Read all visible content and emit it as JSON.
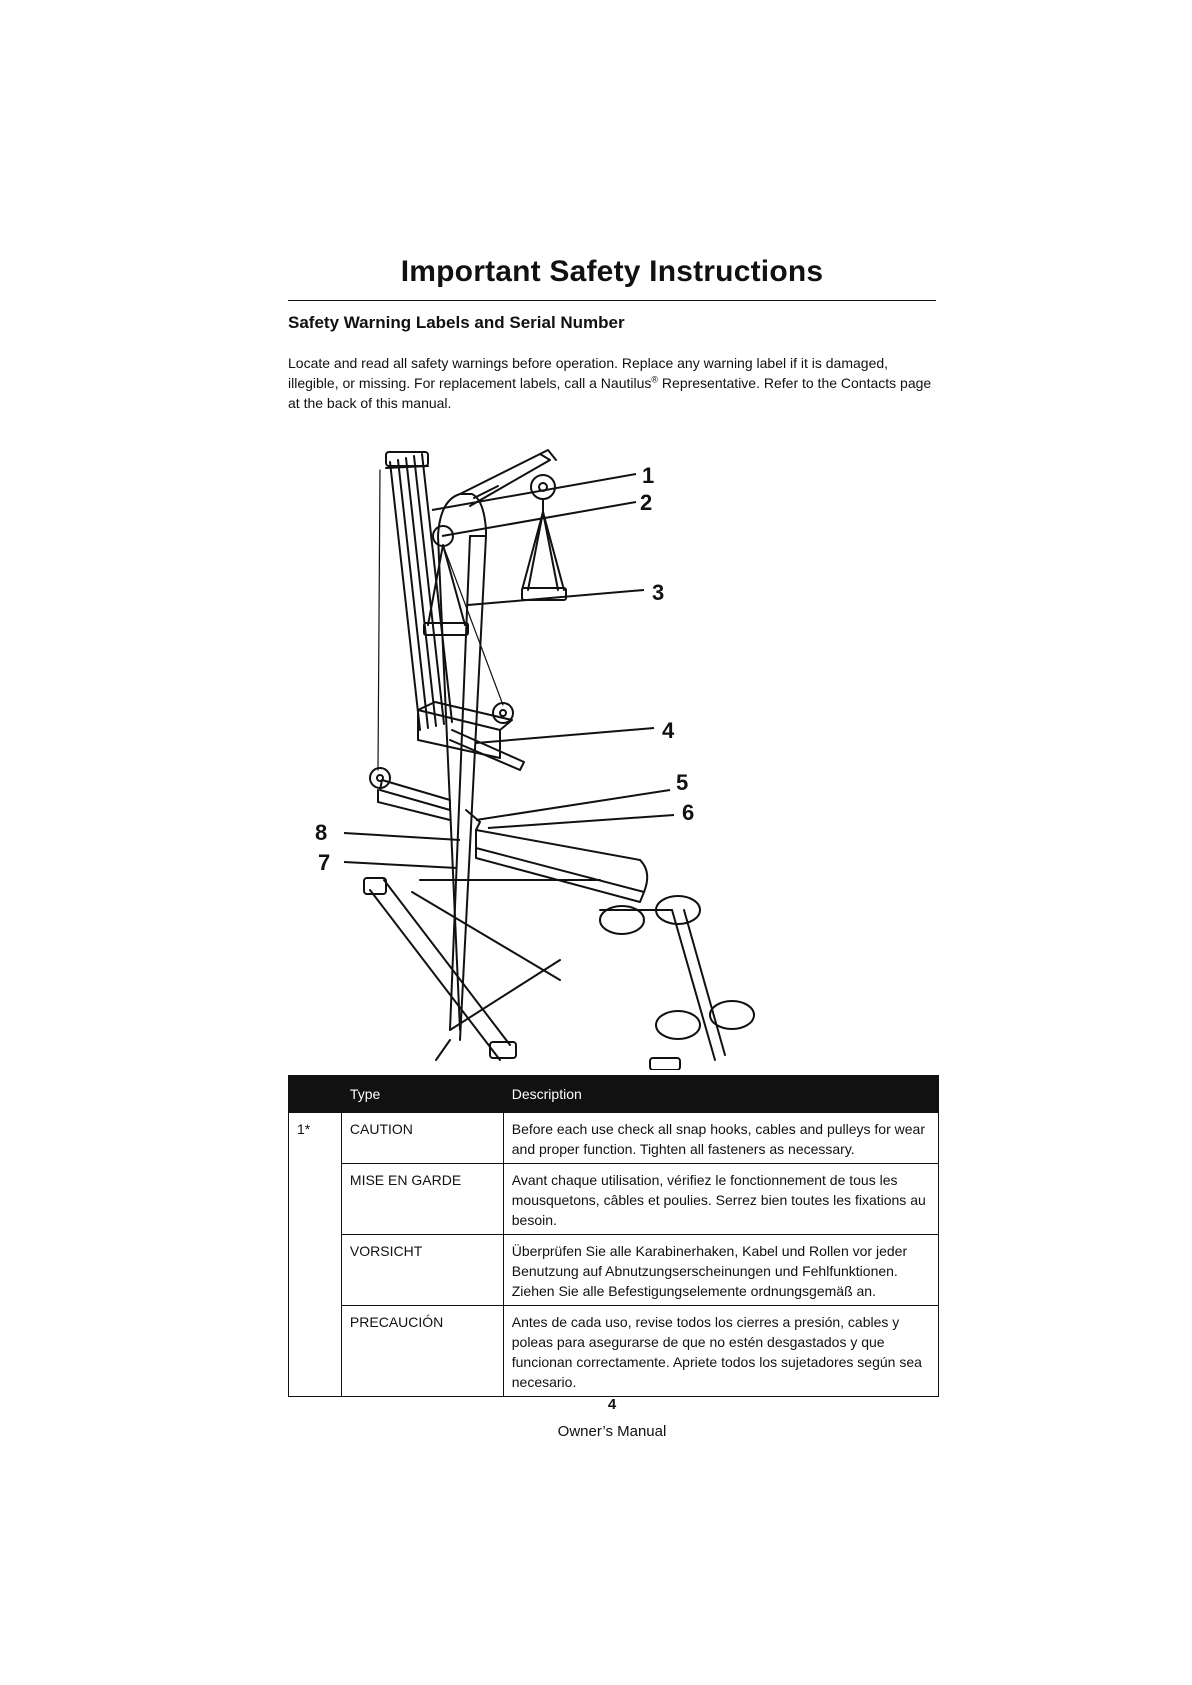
{
  "document": {
    "title": "Important Safety Instructions",
    "section_heading": "Safety Warning Labels and Serial Number",
    "intro_part1": "Locate and read all safety warnings before operation. Replace any warning label if it is damaged, illegible, or missing. For replacement labels, call a Nautilus",
    "intro_registered": "®",
    "intro_part2": " Representative. Refer to the Contacts page at the back of this manual."
  },
  "diagram": {
    "callouts": [
      "1",
      "2",
      "3",
      "4",
      "5",
      "6",
      "7",
      "8"
    ]
  },
  "table": {
    "headers": [
      "",
      "Type",
      "Description"
    ],
    "row_number": "1*",
    "rows": [
      {
        "type": "CAUTION",
        "description": "Before each use check all snap hooks, cables and pulleys for wear and proper function. Tighten all fasteners as necessary."
      },
      {
        "type": "MISE EN GARDE",
        "description": "Avant chaque utilisation, vérifiez le fonctionnement de tous les mousquetons, câbles et poulies. Serrez bien toutes les fixations au besoin."
      },
      {
        "type": "VORSICHT",
        "description": "Überprüfen Sie alle Karabinerhaken, Kabel und Rollen vor jeder Benutzung auf Abnutzungserscheinungen und Fehlfunktionen. Ziehen Sie alle Befestigungselemente ordnungsgemäß an."
      },
      {
        "type": "PRECAUCIÓN",
        "description": "Antes de cada uso, revise todos los cierres a presión, cables y poleas para asegurarse de que no estén desgastados y que funcionan correctamente. Apriete todos los sujetadores según sea necesario."
      }
    ]
  },
  "footer": {
    "page_number": "4",
    "manual_name": "Owner’s Manual"
  }
}
